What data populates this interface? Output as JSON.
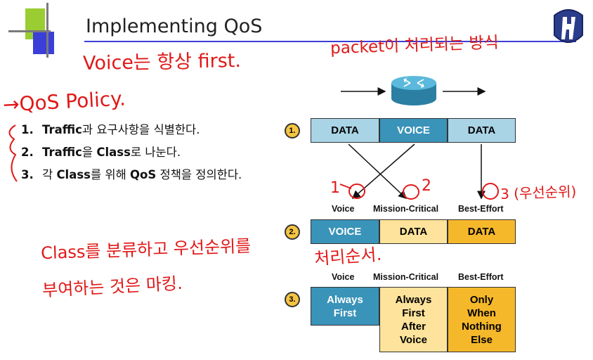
{
  "title": "Implementing QoS",
  "bullets": [
    {
      "num": "1.",
      "bold": "Traffic",
      "rest": "과 요구사항을 식별한다."
    },
    {
      "num": "2.",
      "bold": "Traffic",
      "rest1": "을 ",
      "bold2": "Class",
      "rest2": "로 나눈다."
    },
    {
      "num": "3.",
      "pre": "각 ",
      "bold": "Class",
      "mid": "를 위해 ",
      "bold2": "QoS",
      "rest": " 정책을 정의한다."
    }
  ],
  "diagram": {
    "step1": {
      "badge": "1.",
      "cells": [
        "DATA",
        "VOICE",
        "DATA"
      ]
    },
    "headers": [
      "Voice",
      "Mission-Critical",
      "Best-Effort"
    ],
    "step2": {
      "badge": "2.",
      "cells": [
        "VOICE",
        "DATA",
        "DATA"
      ]
    },
    "step3": {
      "badge": "3.",
      "cells": [
        "Always\nFirst",
        "Always\nFirst\nAfter\nVoice",
        "Only\nWhen\nNothing\nElse"
      ]
    }
  },
  "handwriting": {
    "voice_first": "Voice는 항상 first.",
    "qos_policy": "→QoS Policy.",
    "packet_method": "packet이 처리되는 방식",
    "class_marking_1": "Class를 분류하고 우선순위를",
    "class_marking_2": "부여하는 것은 마킹.",
    "processing_order": "처리순서.",
    "priority": "3 (우선순위)",
    "n1": "1",
    "n2": "2"
  },
  "colors": {
    "blue_cell": "#a9d4e6",
    "blue_dark": "#3a93b9",
    "yellow_light": "#fde39b",
    "yellow_dark": "#f5b82a",
    "router": "#3fa3c8"
  }
}
